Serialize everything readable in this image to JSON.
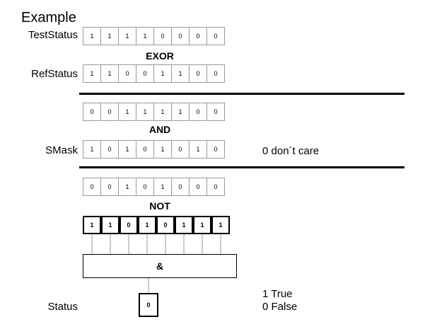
{
  "title": "Example",
  "labels": {
    "test_status": "TestStatus",
    "ref_status": "RefStatus",
    "smask": "SMask",
    "status": "Status"
  },
  "operators": {
    "exor": "EXOR",
    "and": "AND",
    "not": "NOT",
    "and_gate": "&"
  },
  "rows": {
    "test_status": [
      "1",
      "1",
      "1",
      "1",
      "0",
      "0",
      "0",
      "0"
    ],
    "ref_status": [
      "1",
      "1",
      "0",
      "0",
      "1",
      "1",
      "0",
      "0"
    ],
    "exor_result": [
      "0",
      "0",
      "1",
      "1",
      "1",
      "1",
      "0",
      "0"
    ],
    "smask": [
      "1",
      "0",
      "1",
      "0",
      "1",
      "0",
      "1",
      "0"
    ],
    "and_result": [
      "0",
      "0",
      "1",
      "0",
      "1",
      "0",
      "0",
      "0"
    ],
    "not_result": [
      "1",
      "1",
      "0",
      "1",
      "0",
      "1",
      "1",
      "1"
    ]
  },
  "status_value": "0",
  "notes": {
    "dont_care": "0 don´t care",
    "true_text": "1 True",
    "false_text": "0 False"
  }
}
